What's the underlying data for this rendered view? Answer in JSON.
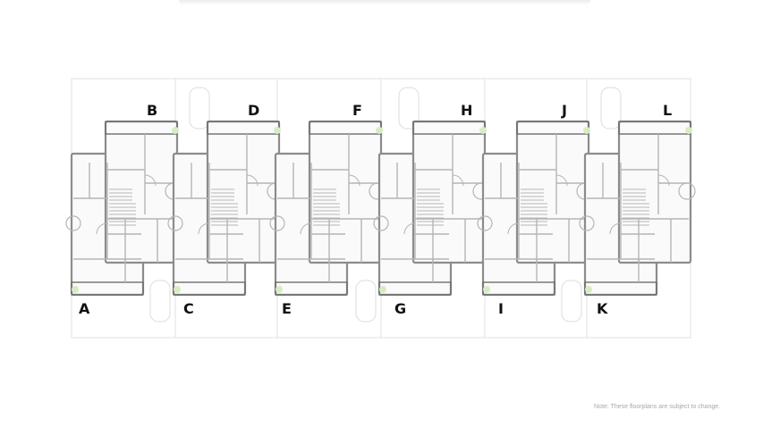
{
  "units": {
    "top": [
      "B",
      "D",
      "F",
      "H",
      "J",
      "L"
    ],
    "bottom": [
      "A",
      "C",
      "E",
      "G",
      "I",
      "K"
    ]
  },
  "note": "Note: These floorplans are subject to change.",
  "colors": {
    "wall": "#8c8c8c",
    "wall_dark": "#6e6e6e",
    "interior_line": "#b5b5b5",
    "site_line": "#e2e2e2",
    "label": "#111111",
    "planting": "#d8ecc4"
  }
}
